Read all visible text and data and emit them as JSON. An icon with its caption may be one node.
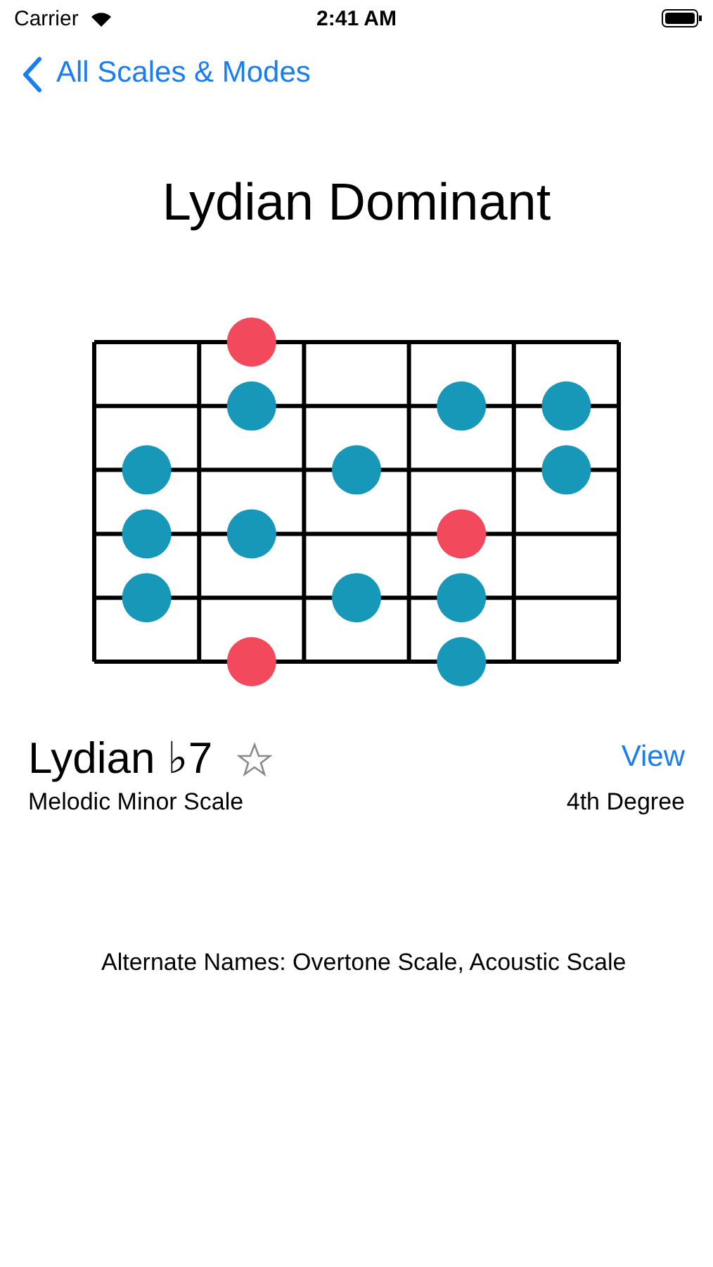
{
  "diagram": {
    "title": "Lydian Dominant",
    "labels": [
      "Carrier",
      "2:41 AM",
      "All Scales & Modes",
      "Lydian ♭7",
      "Melodic Minor Scale",
      "View",
      "4th Degree",
      "Alternate Names: Overtone Scale, Acoustic Scale"
    ]
  }
}
